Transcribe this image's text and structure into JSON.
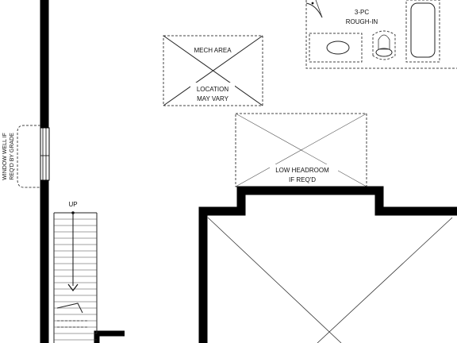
{
  "labels": {
    "mech_area": "MECH AREA",
    "location": "LOCATION",
    "may_vary": "MAY VARY",
    "three_pc": "3-PC",
    "rough_in": "ROUGH-IN",
    "low_headroom": "LOW HEADROOM",
    "if_reqd": "IF REQ'D",
    "up": "UP",
    "window_well_line1": "WINDOW WELL IF",
    "window_well_line2": "REQ'D BY GRADE"
  },
  "colors": {
    "wall": "#000000",
    "line": "#222222",
    "background": "#ffffff"
  }
}
